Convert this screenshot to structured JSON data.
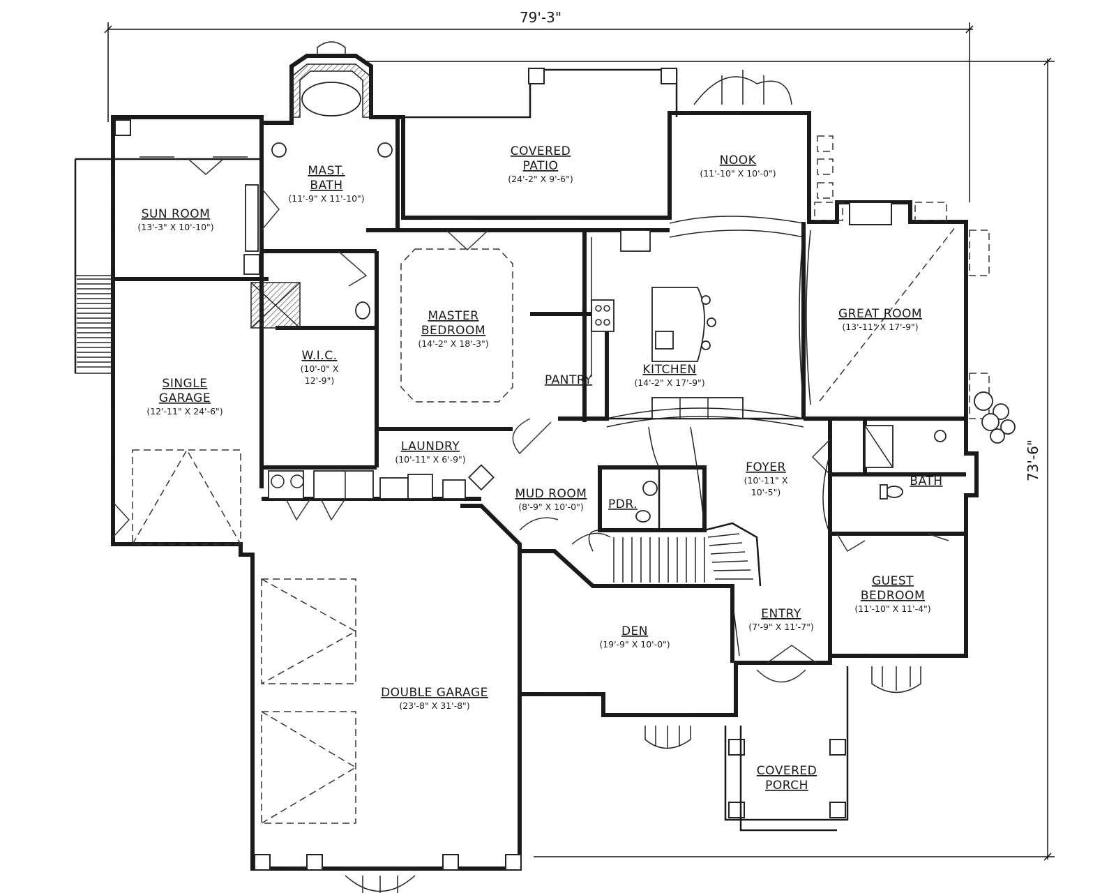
{
  "overall": {
    "width_label": "79'-3\"",
    "depth_label": "73'-6\""
  },
  "rooms": [
    {
      "key": "mast-bath",
      "name_lines": [
        "MAST.",
        "BATH"
      ],
      "size": "(11'-9\" X 11'-10\")"
    },
    {
      "key": "covered-patio",
      "name_lines": [
        "COVERED",
        "PATIO"
      ],
      "size": "(24'-2\" X 9'-6\")"
    },
    {
      "key": "nook",
      "name_lines": [
        "NOOK"
      ],
      "size": "(11'-10\" X 10'-0\")"
    },
    {
      "key": "sun-room",
      "name_lines": [
        "SUN ROOM"
      ],
      "size": "(13'-3\" X 10'-10\")"
    },
    {
      "key": "master-bedroom",
      "name_lines": [
        "MASTER",
        "BEDROOM"
      ],
      "size": "(14'-2\" X 18'-3\")"
    },
    {
      "key": "great-room",
      "name_lines": [
        "GREAT ROOM"
      ],
      "size": "(13'-11\" X 17'-9\")"
    },
    {
      "key": "single-garage",
      "name_lines": [
        "SINGLE",
        "GARAGE"
      ],
      "size": "(12'-11\" X 24'-6\")"
    },
    {
      "key": "wic",
      "name_lines": [
        "W.I.C."
      ],
      "size_lines": [
        "(10'-0\" X",
        "12'-9\")"
      ]
    },
    {
      "key": "pantry",
      "name_lines": [
        "PANTRY"
      ]
    },
    {
      "key": "kitchen",
      "name_lines": [
        "KITCHEN"
      ],
      "size": "(14'-2\" X 17'-9\")"
    },
    {
      "key": "laundry",
      "name_lines": [
        "LAUNDRY"
      ],
      "size": "(10'-11\" X 6'-9\")"
    },
    {
      "key": "foyer",
      "name_lines": [
        "FOYER"
      ],
      "size_lines": [
        "(10'-11\" X",
        "10'-5\")"
      ]
    },
    {
      "key": "mud-room",
      "name_lines": [
        "MUD ROOM"
      ],
      "size": "(8'-9\" X 10'-0\")"
    },
    {
      "key": "pdr",
      "name_lines": [
        "PDR."
      ]
    },
    {
      "key": "bath",
      "name_lines": [
        "BATH"
      ]
    },
    {
      "key": "guest-bedroom",
      "name_lines": [
        "GUEST",
        "BEDROOM"
      ],
      "size": "(11'-10\" X 11'-4\")"
    },
    {
      "key": "entry",
      "name_lines": [
        "ENTRY"
      ],
      "size": "(7'-9\" X 11'-7\")"
    },
    {
      "key": "den",
      "name_lines": [
        "DEN"
      ],
      "size": "(19'-9\" X 10'-0\")"
    },
    {
      "key": "double-garage",
      "name_lines": [
        "DOUBLE GARAGE"
      ],
      "size": "(23'-8\" X 31'-8\")"
    },
    {
      "key": "covered-porch",
      "name_lines": [
        "COVERED",
        "PORCH"
      ]
    }
  ]
}
